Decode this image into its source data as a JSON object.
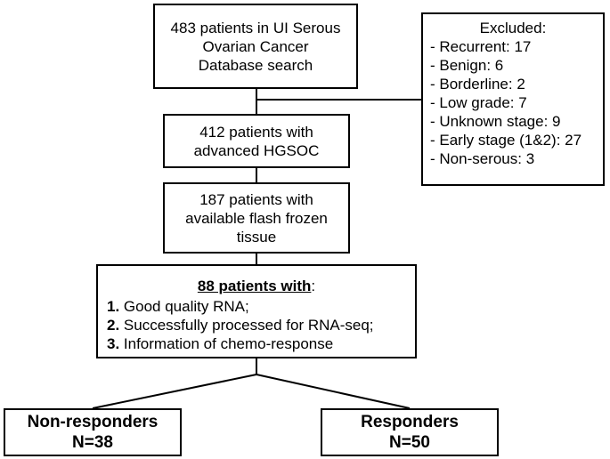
{
  "boxes": {
    "search": [
      "483 patients in UI Serous",
      "Ovarian Cancer",
      "Database search"
    ],
    "advanced": [
      "412 patients with",
      "advanced HGSOC"
    ],
    "tissue": [
      "187 patients with",
      "available flash frozen",
      "tissue"
    ],
    "final": {
      "title": "88 patients with",
      "title_suffix": ":",
      "criteria": [
        {
          "num": "1.",
          "text": " Good quality RNA;"
        },
        {
          "num": "2.",
          "text": " Successfully processed for RNA-seq;"
        },
        {
          "num": "3.",
          "text": " Information of chemo-response"
        }
      ]
    },
    "excluded": {
      "title": "Excluded:",
      "items": [
        "- Recurrent: 17",
        "- Benign: 6",
        "- Borderline: 2",
        "- Low grade: 7",
        "- Unknown stage: 9",
        "- Early stage (1&2): 27",
        "- Non-serous: 3"
      ]
    },
    "non_responders": [
      "Non-responders",
      "N=38"
    ],
    "responders": [
      "Responders",
      "N=50"
    ]
  }
}
